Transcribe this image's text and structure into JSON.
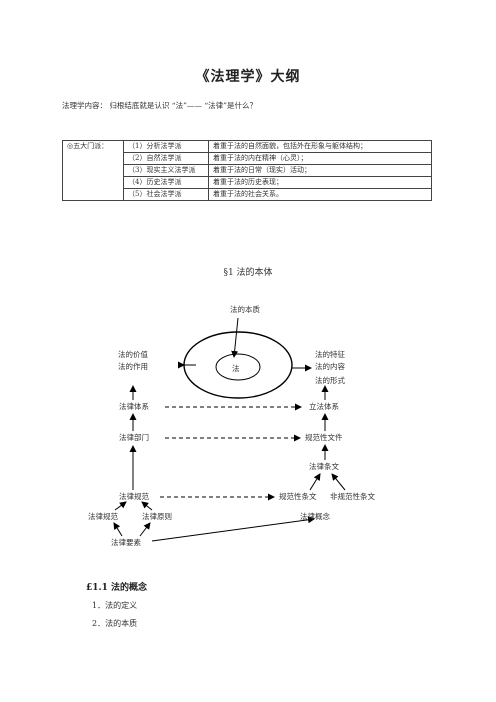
{
  "title": "《法理学》大纲",
  "intro": "法理学内容：    归根结底就是认识 “法”——  “法律”是什么？",
  "table": {
    "header": "◎五大门派：",
    "rows": [
      {
        "name": "（1）分析法学派",
        "desc": "着重于法的自然面貌，包括外在形象与躯体结构；"
      },
      {
        "name": "（2）自然法学派",
        "desc": "着重于法的内在精神（心灵）；"
      },
      {
        "name": "（3）现实主义法学派",
        "desc": "着重于法的日常（现实）活动；"
      },
      {
        "name": "（4）历史法学派",
        "desc": "着重于法的历史表现；"
      },
      {
        "name": "（5）社会法学派",
        "desc": "着重于法的社会关系。"
      }
    ]
  },
  "section_heading": "§1    法的本体",
  "diagram": {
    "essence": "法的本质",
    "core": "法",
    "value": "法的价值",
    "function": "法的作用",
    "feature": "法的特征",
    "content": "法的内容",
    "form": "法的形式",
    "legal_system": "法律体系",
    "legislative_system": "立法体系",
    "legal_department": "法律部门",
    "normative_document": "规范性文件",
    "legal_provision": "法律条文",
    "legal_norm": "法律规范",
    "normative_provision": "规范性条文",
    "non_normative_provision": "非规范性条文",
    "legal_rule": "法律规范",
    "legal_principle": "法律原则",
    "legal_concept": "法律概念",
    "legal_element": "法律要素"
  },
  "subsection": "£1.1    法的概念",
  "items": [
    "1．法的定义",
    "2．法的本质"
  ]
}
